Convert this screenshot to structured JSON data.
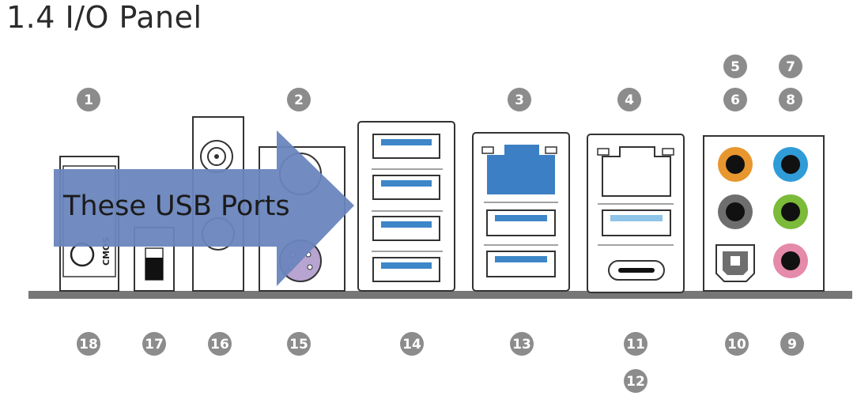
{
  "page": {
    "title": "1.4  I/O Panel"
  },
  "arrow": {
    "label": "These USB Ports"
  },
  "port_labels": {
    "combo_port": "CMOS"
  },
  "callouts_top": [
    "1",
    "2",
    "3",
    "4",
    "5",
    "6",
    "7",
    "8"
  ],
  "callouts_bottom": [
    "18",
    "17",
    "16",
    "15",
    "14",
    "13",
    "11",
    "12",
    "10",
    "9"
  ],
  "colors": {
    "usb_blue": "#3d86c8",
    "usb_light_blue": "#8ec4e8",
    "lan_blue": "#3d7fc4",
    "arrow_fill": "#6a85bd",
    "callout_grey": "#8c8c8c",
    "audio_orange": "#e8962e",
    "audio_blue": "#2f9cd8",
    "audio_black": "#6e6e6e",
    "audio_green": "#7cba3a",
    "audio_pink": "#e58aaa",
    "ps2_purple": "#b8a4d0",
    "baseline": "#777777"
  }
}
